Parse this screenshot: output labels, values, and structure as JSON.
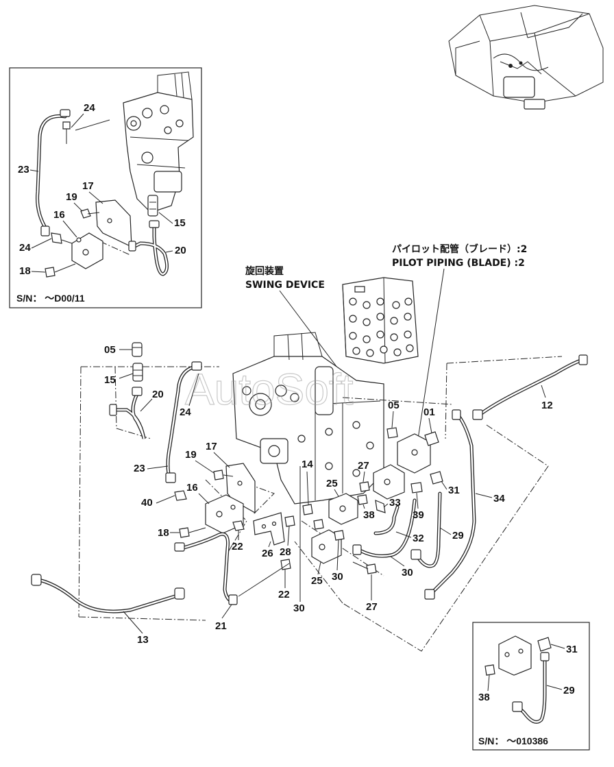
{
  "watermark": "AutoSoft",
  "captions": {
    "pilot_piping_jp": "パイロット配管（ブレード）:2",
    "pilot_piping_en": "PILOT PIPING (BLADE) :2",
    "swing_device_jp": "旋回装置",
    "swing_device_en": "SWING DEVICE"
  },
  "inset_top_left": {
    "serial": "S/N：  ～D00/11",
    "labels": [
      "24",
      "23",
      "17",
      "19",
      "16",
      "15",
      "24",
      "18",
      "20"
    ]
  },
  "inset_bottom_right": {
    "serial": "S/N：  ～010386",
    "labels": [
      "31",
      "29",
      "38"
    ]
  },
  "main_labels": [
    "05",
    "15",
    "20",
    "24",
    "23",
    "19",
    "17",
    "16",
    "40",
    "18",
    "22",
    "26",
    "28",
    "22",
    "30",
    "21",
    "13",
    "14",
    "25",
    "27",
    "38",
    "33",
    "25",
    "30",
    "30",
    "27",
    "05",
    "01",
    "12",
    "31",
    "34",
    "39",
    "32",
    "29"
  ],
  "icons": {
    "excavator": "excavator-cab-icon"
  }
}
